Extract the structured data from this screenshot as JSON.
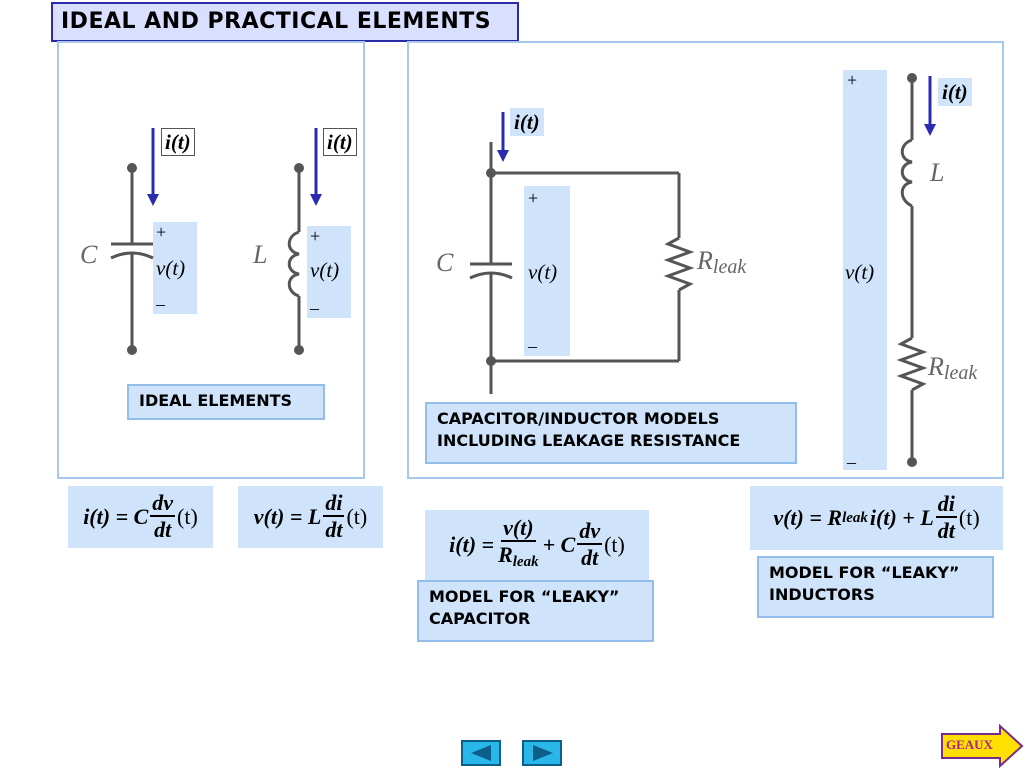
{
  "slide": {
    "title": "IDEAL AND PRACTICAL ELEMENTS"
  },
  "ideal": {
    "caption": "IDEAL ELEMENTS",
    "capacitor": {
      "element": "C",
      "current": "i(t)",
      "plus": "+",
      "voltage": "v(t)",
      "minus": "–"
    },
    "inductor": {
      "element": "L",
      "current": "i(t)",
      "plus": "+",
      "voltage": "v(t)",
      "minus": "–"
    }
  },
  "leaky": {
    "caption_line1": "CAPACITOR/INDUCTOR MODELS",
    "caption_line2": "INCLUDING LEAKAGE RESISTANCE",
    "capacitor": {
      "element": "C",
      "resistor": "R",
      "resistor_sub": "leak",
      "current": "i(t)",
      "plus": "+",
      "voltage": "v(t)",
      "minus": "–"
    },
    "inductor": {
      "element": "L",
      "resistor": "R",
      "resistor_sub": "leak",
      "current": "i(t)",
      "plus": "+",
      "voltage": "v(t)",
      "minus": "–"
    }
  },
  "equations": {
    "ideal_cap": {
      "lhs": "i(t) = C",
      "num": "dv",
      "den": "dt",
      "rhs": "(t)"
    },
    "ideal_ind": {
      "lhs": "v(t) = L",
      "num": "di",
      "den": "dt",
      "rhs": "(t)"
    },
    "leaky_cap": {
      "lhs": "i(t) =",
      "num1": "v(t)",
      "den1": "R",
      "den1_sub": "leak",
      "mid": "+ C",
      "num2": "dv",
      "den2": "dt",
      "rhs": "(t)"
    },
    "leaky_ind": {
      "lhs": "v(t) = R",
      "lhs_sub": "leak",
      "mid": "i(t) + L",
      "num": "di",
      "den": "dt",
      "rhs": "(t)"
    }
  },
  "captions": {
    "leaky_cap_line1": "MODEL FOR “LEAKY”",
    "leaky_cap_line2": "CAPACITOR",
    "leaky_ind_line1": "MODEL FOR “LEAKY”",
    "leaky_ind_line2": "INDUCTORS"
  },
  "nav": {
    "geaux": "GEAUX",
    "back_icon": "triangle-left-icon",
    "forward_icon": "triangle-right-icon"
  },
  "colors": {
    "arrow": "#2b2bb0",
    "shade": "#cfe4fb",
    "title_bg": "#d9e0ff",
    "nav_button": "#29b6e8",
    "geaux_bg": "#ffe000"
  }
}
